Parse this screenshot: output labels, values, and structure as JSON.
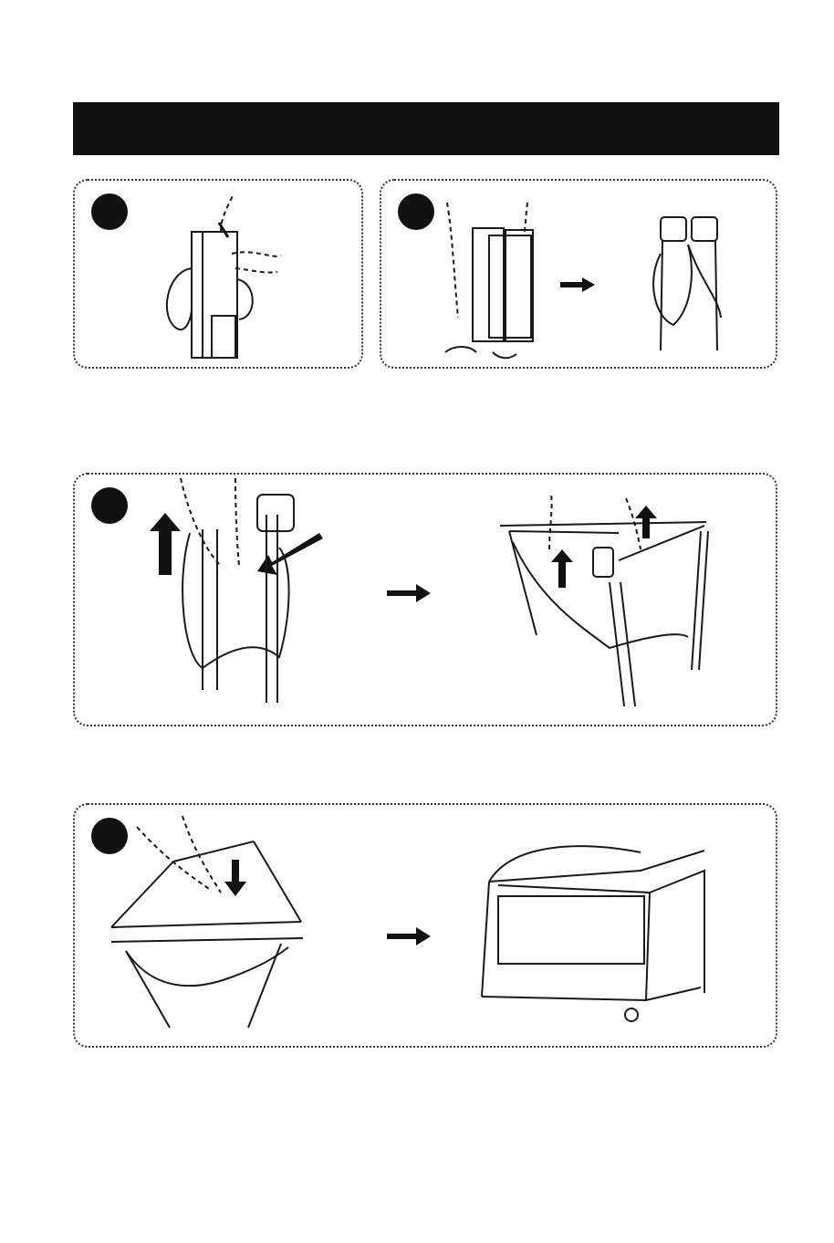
{
  "header": {
    "bar_color": "#111111"
  },
  "steps": [
    {
      "id": "step-1",
      "icon": "carry-bag-icon"
    },
    {
      "id": "step-2",
      "icon": "unfold-frame-icon"
    },
    {
      "id": "step-3",
      "icon": "lift-rails-icon"
    },
    {
      "id": "step-4",
      "icon": "push-floor-down-icon"
    }
  ],
  "colors": {
    "ink": "#1a1a1a",
    "fill": "#111111",
    "paper": "#ffffff"
  }
}
